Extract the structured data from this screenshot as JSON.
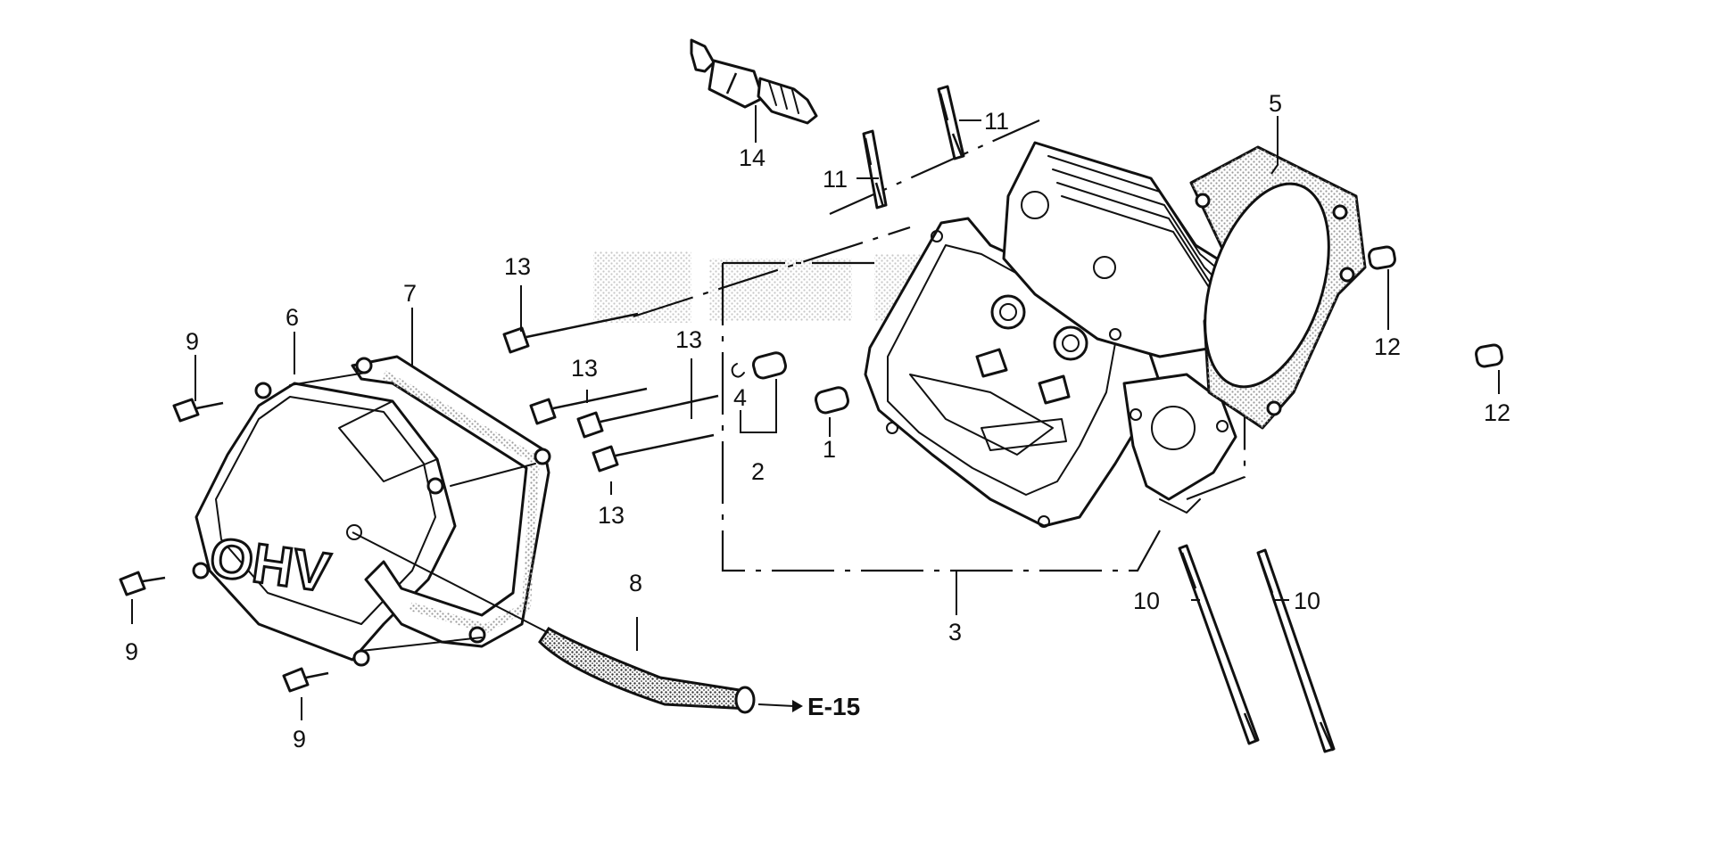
{
  "diagram": {
    "labels": {
      "p1": "1",
      "p2": "2",
      "p3": "3",
      "p4": "4",
      "p5": "5",
      "p6": "6",
      "p7": "7",
      "p8": "8",
      "p9a": "9",
      "p9b": "9",
      "p9c": "9",
      "p10a": "10",
      "p10b": "10",
      "p11a": "11",
      "p11b": "11",
      "p12a": "12",
      "p12b": "12",
      "p13a": "13",
      "p13b": "13",
      "p13c": "13",
      "p13d": "13",
      "p14": "14"
    },
    "reference": "E-15",
    "cover_emboss": "OHV",
    "colors": {
      "line": "#111111",
      "background": "#ffffff",
      "stipple": "#b5b5b5"
    }
  }
}
